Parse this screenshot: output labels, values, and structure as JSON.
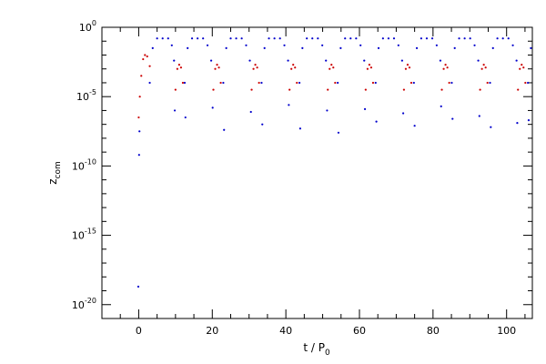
{
  "chart_data": {
    "type": "scatter",
    "title": "",
    "xlabel": "t / P",
    "xlabel_sub": "0",
    "ylabel": "z",
    "ylabel_sub": "com",
    "x_range": [
      -10,
      107
    ],
    "y_scale": "log",
    "y_range_exp": [
      -21,
      0
    ],
    "x_ticks": [
      {
        "value": 0,
        "label": "0"
      },
      {
        "value": 20,
        "label": "20"
      },
      {
        "value": 40,
        "label": "40"
      },
      {
        "value": 60,
        "label": "60"
      },
      {
        "value": 80,
        "label": "80"
      },
      {
        "value": 100,
        "label": "100"
      }
    ],
    "y_ticks": [
      {
        "exp": 0,
        "base": "10",
        "label": "0"
      },
      {
        "exp": -5,
        "base": "10",
        "label": "-5"
      },
      {
        "exp": -10,
        "base": "10",
        "label": "-10"
      },
      {
        "exp": -15,
        "base": "10",
        "label": "-15"
      },
      {
        "exp": -20,
        "base": "10",
        "label": "-20"
      }
    ],
    "series": [
      {
        "color": "#cc0000",
        "description": "small-amplitude oscillation phases",
        "x": [
          0.0,
          0.3,
          0.7,
          1.2,
          1.7,
          2.3,
          3.0,
          10.0,
          10.5,
          11.0,
          11.5,
          12.0,
          20.3,
          20.8,
          21.3,
          21.8,
          22.3,
          30.7,
          31.2,
          31.7,
          32.2,
          32.7,
          41.0,
          41.5,
          42.0,
          42.5,
          43.0,
          51.4,
          51.9,
          52.4,
          52.9,
          53.4,
          61.7,
          62.2,
          62.7,
          63.2,
          63.7,
          72.1,
          72.6,
          73.1,
          73.6,
          74.1,
          82.4,
          82.9,
          83.4,
          83.9,
          84.4,
          92.8,
          93.3,
          93.8,
          94.3,
          94.8,
          103.1,
          103.6,
          104.1,
          104.6,
          105.1
        ],
        "log10_y": [
          -6.5,
          -5.0,
          -3.5,
          -2.3,
          -2.0,
          -2.1,
          -2.8,
          -4.5,
          -3.0,
          -2.7,
          -2.9,
          -4.0,
          -4.5,
          -3.0,
          -2.7,
          -2.9,
          -4.0,
          -4.5,
          -3.0,
          -2.7,
          -2.9,
          -4.0,
          -4.5,
          -3.0,
          -2.7,
          -2.9,
          -4.0,
          -4.5,
          -3.0,
          -2.7,
          -2.9,
          -4.0,
          -4.5,
          -3.0,
          -2.7,
          -2.9,
          -4.0,
          -4.5,
          -3.0,
          -2.7,
          -2.9,
          -4.0,
          -4.5,
          -3.0,
          -2.7,
          -2.9,
          -4.0,
          -4.5,
          -3.0,
          -2.7,
          -2.9,
          -4.0,
          -4.5,
          -3.0,
          -2.7,
          -2.9,
          -4.0
        ]
      },
      {
        "color": "#0000cc",
        "description": "large-amplitude arches",
        "x": [
          3.0,
          3.8,
          5.0,
          6.5,
          8.0,
          9.0,
          9.6,
          12.5,
          13.3,
          14.5,
          16.0,
          17.5,
          18.7,
          19.7,
          23.0,
          23.8,
          25.0,
          26.5,
          28.0,
          29.2,
          30.2,
          33.4,
          34.2,
          35.4,
          36.9,
          38.4,
          39.6,
          40.6,
          43.7,
          44.5,
          45.7,
          47.2,
          48.7,
          49.9,
          50.9,
          54.1,
          54.9,
          56.1,
          57.6,
          59.1,
          60.3,
          61.3,
          64.4,
          65.2,
          66.4,
          67.9,
          69.4,
          70.6,
          71.6,
          74.8,
          75.6,
          76.8,
          78.3,
          79.8,
          81.0,
          82.0,
          85.1,
          85.9,
          87.1,
          88.6,
          90.1,
          91.3,
          92.3,
          95.5,
          96.3,
          97.5,
          99.0,
          100.5,
          101.7,
          102.7,
          105.8,
          106.6
        ],
        "log10_y": [
          -4.0,
          -1.5,
          -0.8,
          -0.8,
          -0.8,
          -1.3,
          -2.4,
          -4.0,
          -1.5,
          -0.8,
          -0.8,
          -0.8,
          -1.3,
          -2.4,
          -4.0,
          -1.5,
          -0.8,
          -0.8,
          -0.8,
          -1.3,
          -2.4,
          -4.0,
          -1.5,
          -0.8,
          -0.8,
          -0.8,
          -1.3,
          -2.4,
          -4.0,
          -1.5,
          -0.8,
          -0.8,
          -0.8,
          -1.3,
          -2.4,
          -4.0,
          -1.5,
          -0.8,
          -0.8,
          -0.8,
          -1.3,
          -2.4,
          -4.0,
          -1.5,
          -0.8,
          -0.8,
          -0.8,
          -1.3,
          -2.4,
          -4.0,
          -1.5,
          -0.8,
          -0.8,
          -0.8,
          -1.3,
          -2.4,
          -4.0,
          -1.5,
          -0.8,
          -0.8,
          -0.8,
          -1.3,
          -2.4,
          -4.0,
          -1.5,
          -0.8,
          -0.8,
          -0.8,
          -1.3,
          -2.4,
          -4.0,
          -1.5
        ]
      },
      {
        "color": "#0000cc",
        "description": "isolated low points",
        "x": [
          -0.1,
          0.1,
          0.2,
          9.8,
          12.7,
          20.1,
          23.2,
          30.5,
          33.6,
          40.8,
          43.9,
          51.2,
          54.3,
          61.5,
          64.6,
          71.9,
          75.0,
          82.2,
          85.3,
          92.6,
          95.7,
          102.9,
          106.0
        ],
        "log10_y": [
          -18.7,
          -9.2,
          -7.5,
          -6.0,
          -6.5,
          -5.8,
          -7.4,
          -6.1,
          -7.0,
          -5.6,
          -7.3,
          -6.0,
          -7.6,
          -5.9,
          -6.8,
          -6.2,
          -7.1,
          -5.7,
          -6.6,
          -6.4,
          -7.2,
          -6.9,
          -6.7
        ]
      }
    ]
  }
}
